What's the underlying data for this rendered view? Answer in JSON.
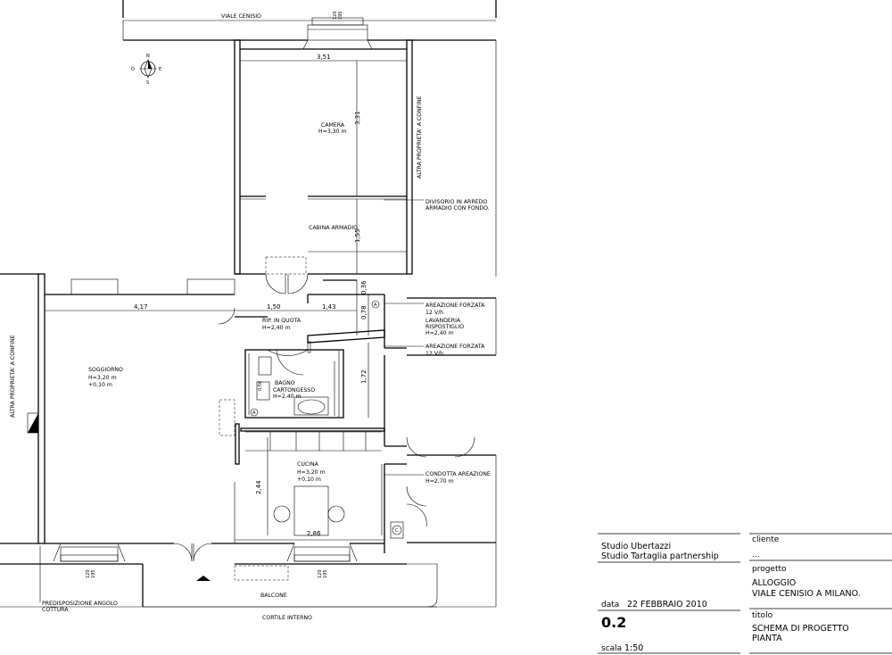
{
  "plan": {
    "streets": {
      "top": "VIALE CENISIO",
      "bottom": "CORTILE INTERNO",
      "balcony": "BALCONE"
    },
    "boundaries": {
      "right": "ALTRA PROPRIETA' A CONFINE",
      "left": "ALTRA PROPRIETA' A CONFINE"
    },
    "rooms": {
      "camera": {
        "name": "CAMERA",
        "height": "H=3,30 m"
      },
      "cabina": {
        "name": "CABINA ARMADIO"
      },
      "soggiorno": {
        "name": "SOGGIORNO",
        "height": "H=3,20 m",
        "offset": "+0,10 m"
      },
      "ripostiglio": {
        "name": "RIP. IN QUOTA",
        "height": "H=2,40 m"
      },
      "lavanderia": {
        "name1": "LAVANDERIA",
        "name2": "RISPOSTIGLIO",
        "height": "H=2,40 m"
      },
      "bagno": {
        "name": "BAGNO",
        "note": "CARTONGESSO",
        "height": "H=2,40 m"
      },
      "cucina": {
        "name": "CUCINA",
        "height": "H=3,20 m",
        "offset": "+0,10 m"
      }
    },
    "notes": {
      "divisorio1": "DIVISORIO IN ARREDO",
      "divisorio2": "ARMADIO CON FONDO.",
      "areazione_a_1": "AREAZIONE FORZATA",
      "areazione_a_2": "12 V/h",
      "areazione_b_1": "AREAZIONE FORZATA",
      "areazione_b_2": "12 V/h",
      "condotta_1": "CONDOTTA AREAZIONE",
      "condotta_2": "H=2,70 m",
      "angolo_1": "PREDISPOSIZIONE ANGOLO",
      "angolo_2": "COTTURA"
    },
    "dimensions": {
      "d351": "3,51",
      "d331": "3,31",
      "d155": "1,55",
      "d036": "0,36",
      "d417": "4,17",
      "d150": "1,50",
      "d143": "1,43",
      "d078": "0,78",
      "d172": "1,72",
      "d244": "2,44",
      "d286": "2,86",
      "d056": "0,56",
      "win_a": "120",
      "win_b": "195"
    },
    "markers": {
      "a": "A",
      "c": "C",
      "compass_n": "N",
      "compass_e": "E",
      "compass_s": "S",
      "compass_o": "O"
    }
  },
  "titleblock": {
    "studio1": "Studio Ubertazzi",
    "studio2": "Studio Tartaglia partnership",
    "cliente_label": "cliente",
    "cliente_value": "...",
    "progetto_label": "progetto",
    "progetto_line1": "ALLOGGIO",
    "progetto_line2": "VIALE CENISIO A MILANO.",
    "data_label": "data",
    "data_value": "22 FEBBRAIO 2010",
    "sheet": "0.2",
    "titolo_label": "titolo",
    "titolo_line1": "SCHEMA DI PROGETTO",
    "titolo_line2": "PIANTA",
    "scala_label": "scala",
    "scala_value": "1:50"
  }
}
